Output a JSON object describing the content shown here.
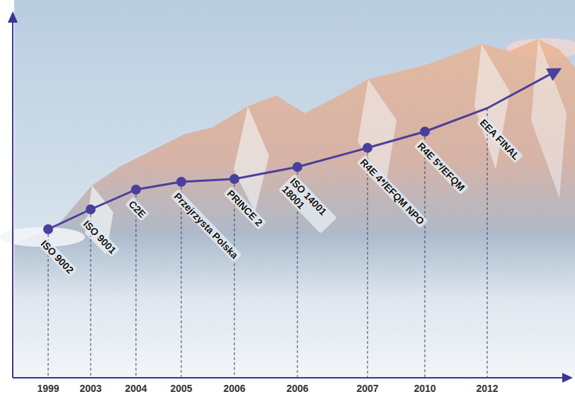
{
  "diagram": {
    "labels": [
      "ISO 9002",
      "ISO 9001",
      "C2E",
      "Przejrzysta Polska",
      "PRINCE 2",
      "ISO 14001 18001",
      "R4E 4*/EFQM NPO",
      "R4E 5*/EFQM",
      "EEA FINAL",
      "1999",
      "2003",
      "2004",
      "2005",
      "2006",
      "2006",
      "2007",
      "2010",
      "2012"
    ]
  }
}
